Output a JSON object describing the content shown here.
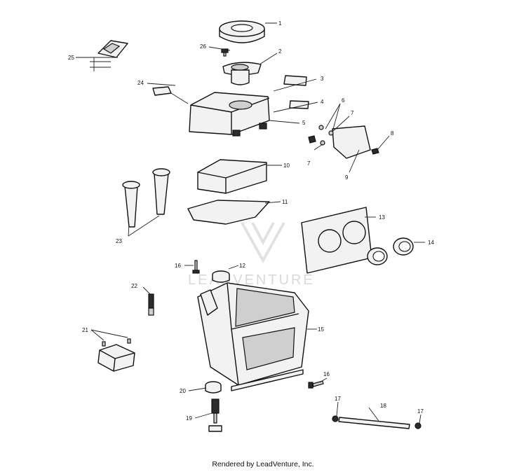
{
  "watermark": {
    "brand": "LEADVENTURE"
  },
  "footer": {
    "text": "Rendered by LeadVenture, Inc."
  },
  "callouts": [
    "1",
    "2",
    "3",
    "4",
    "5",
    "6",
    "7",
    "8",
    "7",
    "9",
    "10",
    "11",
    "12",
    "13",
    "14",
    "15",
    "16",
    "16",
    "17",
    "17",
    "18",
    "19",
    "20",
    "21",
    "22",
    "23",
    "24",
    "25",
    "26"
  ]
}
